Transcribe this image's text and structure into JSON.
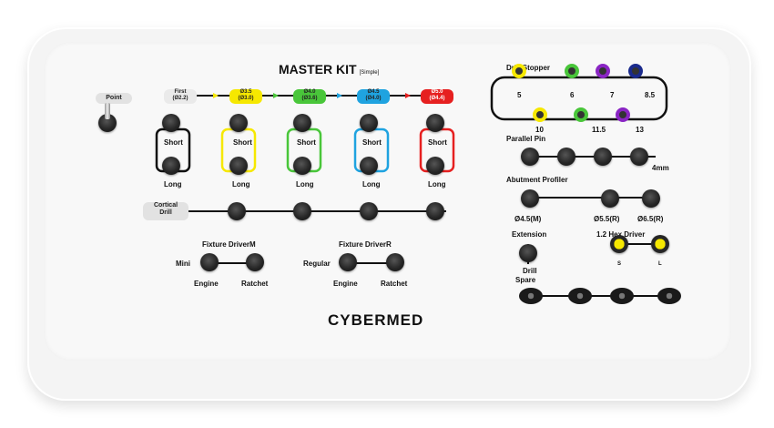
{
  "title": "MASTER KIT",
  "title_sub": "[Simple]",
  "logo": "CYBERMED",
  "left": {
    "point": "Point",
    "steps": [
      "First\n(Ø2.2)",
      "Ø3.5\n(Ø3.0)",
      "Ø4.0\n(Ø3.6)",
      "Ø4.5\n(Ø4.0)",
      "Ø5.0\n(Ø4.4)"
    ],
    "short": "Short",
    "long": "Long",
    "cortical": "Cortical\nDrill",
    "fixture1": "Fixture Driver",
    "fixture1_tag": "M",
    "fixture2": "Fixture Driver",
    "fixture2_tag": "R",
    "mini": "Mini",
    "regular": "Regular",
    "engine": "Engine",
    "ratchet": "Ratchet"
  },
  "right": {
    "stopper": "Drill Stopper",
    "stop_nums_top": [
      "5",
      "6",
      "7",
      "8.5"
    ],
    "stop_nums_bottom": [
      "10",
      "11.5",
      "13"
    ],
    "parallel": "Parallel Pin",
    "parallel_end": "4mm",
    "abutment": "Abutment Profiler",
    "abut_labels": [
      "Ø4.5(M)",
      "Ø5.5(R)",
      "Ø6.5(R)"
    ],
    "extension": "Extension",
    "drill": "Drill",
    "hex": "1.2 Hex Driver",
    "hex_nums": [
      "S",
      "L"
    ],
    "spare": "Spare"
  },
  "colors": {
    "yellow": "#f6e800",
    "green": "#49c63a",
    "blue": "#1fa3e0",
    "red": "#e62020",
    "purple": "#8a25c4",
    "navy": "#1a2a8c"
  }
}
